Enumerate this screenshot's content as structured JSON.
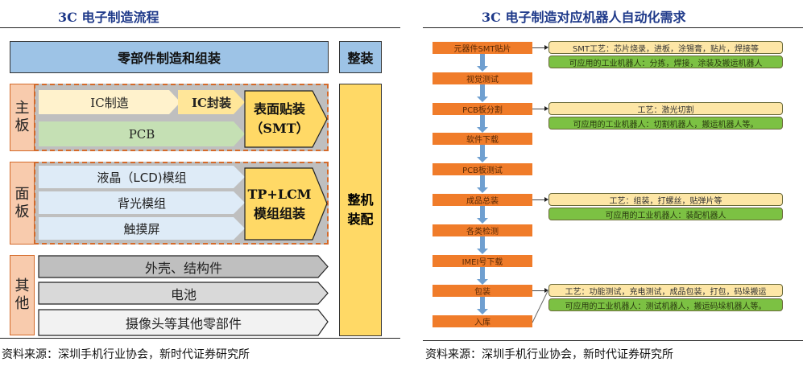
{
  "left_panel": {
    "title": "3C 电子制造流程",
    "header_components": "零部件制造和组装",
    "header_final": "整装",
    "groups": [
      {
        "side_label": [
          "主",
          "板"
        ],
        "rows": [
          "IC制造",
          "IC封装",
          "PCB"
        ],
        "assembly": [
          "表面贴装",
          "（SMT）"
        ]
      },
      {
        "side_label": [
          "面",
          "板"
        ],
        "rows": [
          "液晶（LCD)模组",
          "背光模组",
          "触摸屏"
        ],
        "assembly": [
          "TP+LCM",
          "模组组装"
        ]
      },
      {
        "side_label": [
          "其",
          "他"
        ],
        "rows": [
          "外壳、结构件",
          "电池",
          "摄像头等其他零部件"
        ]
      }
    ],
    "final_assembly": [
      "整机",
      "装配"
    ],
    "source": "资料来源：深圳手机行业协会，新时代证券研究所"
  },
  "right_panel": {
    "title": "3C 电子制造对应机器人自动化需求",
    "steps": [
      "元器件SMT贴片",
      "视觉测试",
      "PCB板分割",
      "软件下载",
      "PCB板测试",
      "成品总装",
      "各类检测",
      "IMEI号下载",
      "包装",
      "入库"
    ],
    "notes": [
      {
        "step": "元器件SMT贴片",
        "process": "SMT工艺：芯片烧录，进板，涂锡膏，贴片，焊接等",
        "robots": "可应用的工业机器人：分拣，焊接，涂装及搬运机器人"
      },
      {
        "step": "PCB板分割",
        "process": "工艺：激光切割",
        "robots": "可应用的工业机器人：切割机器人，搬运机器人等。"
      },
      {
        "step": "成品总装",
        "process": "工艺：组装，打螺丝，贴弹片等",
        "robots": "可应用的工业机器人：装配机器人"
      },
      {
        "step": "包装",
        "process": "工艺：功能测试，充电测试，成品包装，打包，码垛搬运",
        "robots": "可应用的工业机器人：测试机器人，搬运码垛机器人等。"
      }
    ],
    "source": "资料来源：深圳手机行业协会，新时代证券研究所"
  },
  "colors": {
    "title": "#1f3a8a",
    "header_blue": "#9dc3e6",
    "side_orange": "#f8cbad",
    "dashed_orange": "#d46a2a",
    "assembly_yellow": "#ffd966",
    "ic_light": "#fff2cc",
    "ic_pkg": "#ffe699",
    "pcb_green": "#c5e0b4",
    "panel_blue": "#deebf7",
    "step_orange": "#f07c2a",
    "note_process": "#fde6a6",
    "note_robot": "#7cc143"
  }
}
